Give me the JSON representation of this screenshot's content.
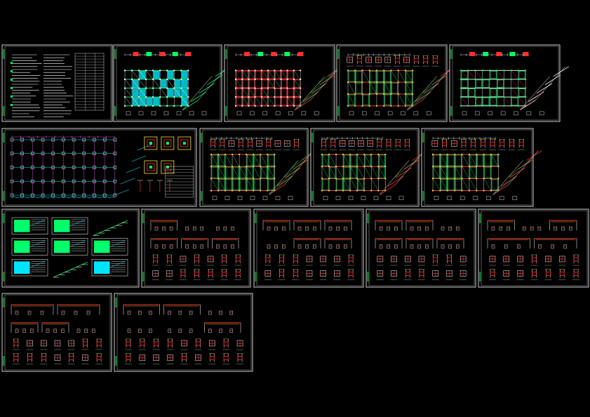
{
  "viewer": {
    "background": "#000000",
    "layer_colors": {
      "frame": "#ffffff",
      "beam": "#ff3030",
      "column": "#00ff66",
      "slab": "#00e5ff",
      "text": "#ffffff",
      "dim": "#ffdd33",
      "aux": "#ff66ff",
      "title_strip": "#0b7a2a"
    }
  },
  "sheets": [
    {
      "id": "s01",
      "kind": "notes"
    },
    {
      "id": "s02",
      "kind": "plan-cyan"
    },
    {
      "id": "s03",
      "kind": "plan-red"
    },
    {
      "id": "s04",
      "kind": "plan-green"
    },
    {
      "id": "s05",
      "kind": "plan-grid"
    },
    {
      "id": "s06",
      "kind": "foundation"
    },
    {
      "id": "s07",
      "kind": "plan-green"
    },
    {
      "id": "s08",
      "kind": "plan-green"
    },
    {
      "id": "s09",
      "kind": "plan-green"
    },
    {
      "id": "s10",
      "kind": "stairs"
    },
    {
      "id": "s11",
      "kind": "details"
    },
    {
      "id": "s12",
      "kind": "details"
    },
    {
      "id": "s13",
      "kind": "details"
    },
    {
      "id": "s14",
      "kind": "details"
    },
    {
      "id": "s15",
      "kind": "details"
    },
    {
      "id": "s16",
      "kind": "details"
    }
  ]
}
